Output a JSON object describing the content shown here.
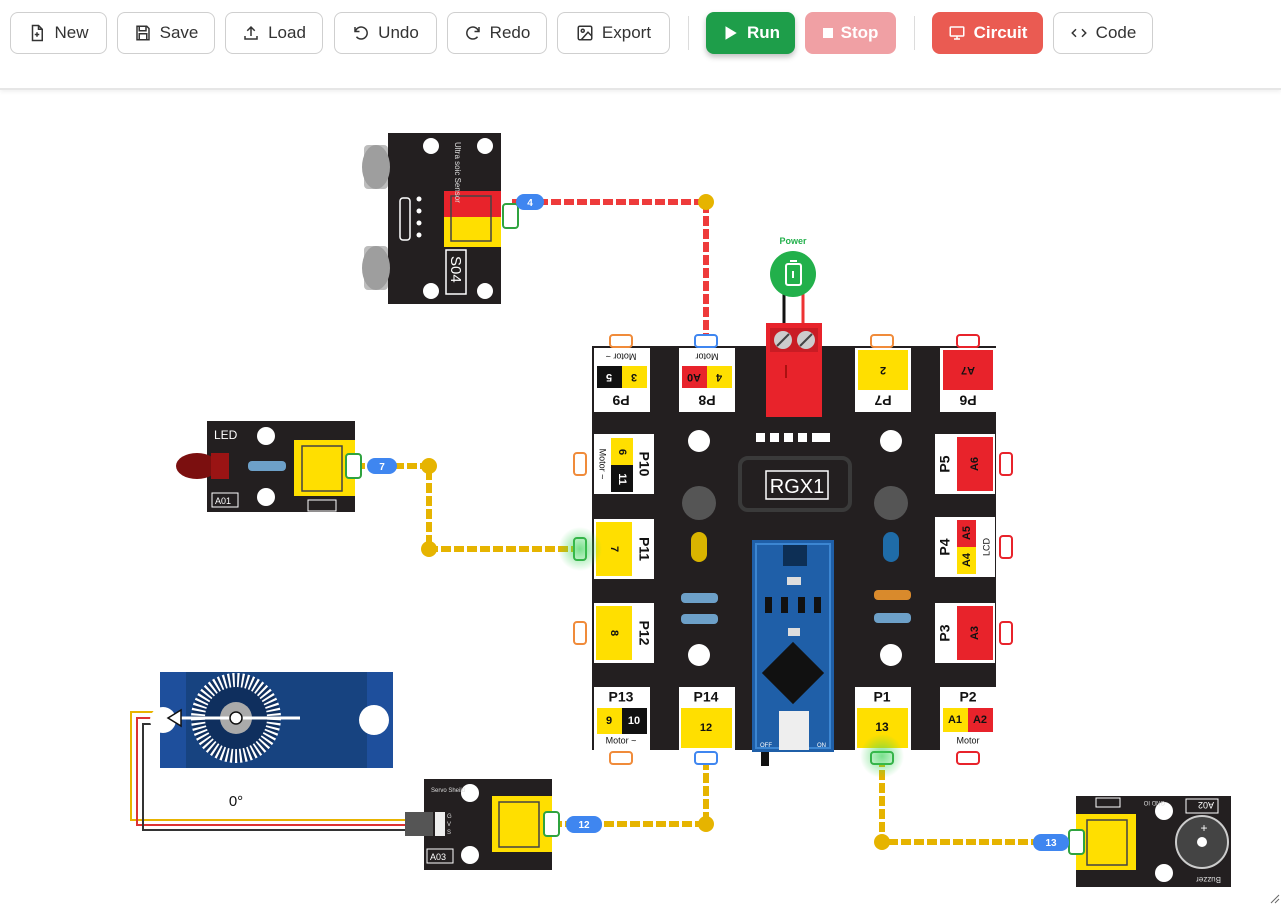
{
  "toolbar": {
    "new_label": "New",
    "save_label": "Save",
    "load_label": "Load",
    "undo_label": "Undo",
    "redo_label": "Redo",
    "export_label": "Export",
    "run_label": "Run",
    "stop_label": "Stop",
    "circuit_label": "Circuit",
    "code_label": "Code"
  },
  "icons": {
    "new": "file-plus-icon",
    "save": "floppy-icon",
    "load": "upload-icon",
    "undo": "undo-icon",
    "redo": "redo-icon",
    "export": "image-icon",
    "run": "play-icon",
    "stop": "stop-square-icon",
    "circuit": "monitor-icon",
    "code": "code-brackets-icon"
  },
  "colors": {
    "run": "#1e9e4a",
    "stop": "#f0a0a4",
    "circuit": "#ea5b52",
    "board": "#231f20",
    "port_yellow": "#ffdf00",
    "port_red": "#e8232b",
    "wire_yellow": "#e6b400",
    "wire_red": "#ee3b3b",
    "pin_badge": "#3f86f0",
    "servo_blue": "#1e4f9c",
    "power_green": "#22b04b"
  },
  "board": {
    "name": "RGX1",
    "power_label": "Power",
    "switch_off": "OFF",
    "switch_on": "ON",
    "ports": {
      "p9": {
        "name": "P9",
        "pins": [
          "5",
          "3"
        ],
        "sub": [
          "~",
          "~"
        ],
        "tag": "Motor ~"
      },
      "p8": {
        "name": "P8",
        "pins": [
          "A0",
          "4"
        ],
        "tag": "Motor"
      },
      "p7": {
        "name": "P7",
        "pins": [
          "2"
        ]
      },
      "p6": {
        "name": "P6",
        "pins": [
          "A7"
        ]
      },
      "p10": {
        "name": "P10",
        "pins": [
          "6",
          "11"
        ],
        "sub": [
          "~",
          "~"
        ],
        "tag": "Motor ~"
      },
      "p11": {
        "name": "P11",
        "pins": [
          "7"
        ]
      },
      "p12": {
        "name": "P12",
        "pins": [
          "8"
        ]
      },
      "p5": {
        "name": "P5",
        "pins": [
          "A6"
        ]
      },
      "p4": {
        "name": "P4",
        "pins": [
          "A5",
          "A4"
        ],
        "tag": "LCD"
      },
      "p3": {
        "name": "P3",
        "pins": [
          "A3"
        ]
      },
      "p13": {
        "name": "P13",
        "pins": [
          "9",
          "10"
        ],
        "sub": [
          "~",
          "~"
        ],
        "tag": "Motor ~"
      },
      "p14": {
        "name": "P14",
        "pins": [
          "12"
        ]
      },
      "p1": {
        "name": "P1",
        "pins": [
          "13"
        ]
      },
      "p2": {
        "name": "P2",
        "pins": [
          "A1",
          "A2"
        ],
        "tag": "Motor"
      }
    }
  },
  "modules": {
    "ultrasonic": {
      "code": "S04",
      "title": "Ultra soic Sensor",
      "pin": "4"
    },
    "led": {
      "title": "LED",
      "code": "A01",
      "pin": "7"
    },
    "servo": {
      "code": "A03",
      "title": "Servo Sheild",
      "pin": "12",
      "angle": "0°",
      "pin_letters": [
        "G",
        "V",
        "S"
      ]
    },
    "buzzer": {
      "code": "A02",
      "title": "Buzzer",
      "pin": "13",
      "plus": "+",
      "pins_label": "GND  IO"
    }
  }
}
